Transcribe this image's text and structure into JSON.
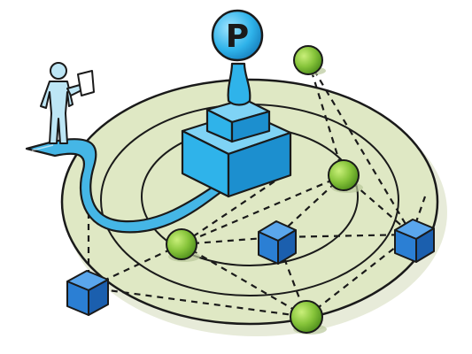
{
  "diagram": {
    "badge": {
      "letter": "P"
    },
    "colors": {
      "disc_fill": "#dfe8c4",
      "outline": "#1a1a1a",
      "node_green": "#86c43a",
      "node_blue": "#2b7fd4",
      "podium_blue": "#2fb3ea",
      "path_blue": "#45b6e6",
      "figure_fill": "#bde6f5"
    },
    "icons": [
      "person-with-document-icon",
      "parking-pin-icon",
      "podium-icon"
    ],
    "nodes": {
      "green_spheres": 4,
      "blue_cubes": 3
    }
  }
}
